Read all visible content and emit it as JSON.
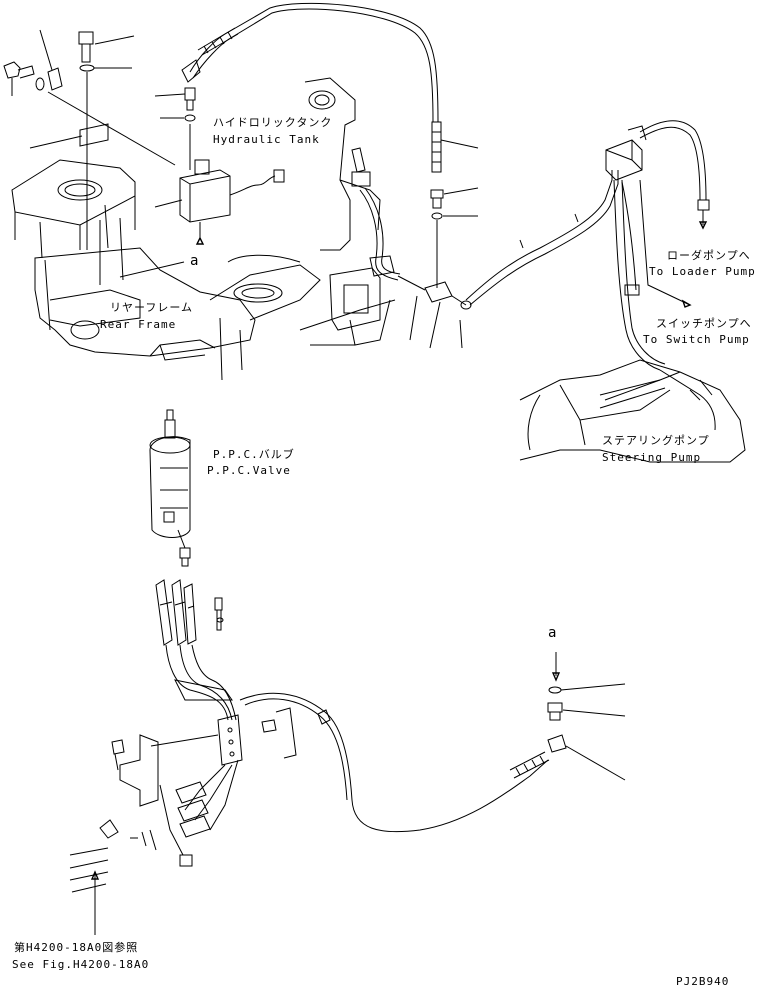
{
  "labels": {
    "hydraulic_tank_jp": "ハイドロリックタンク",
    "hydraulic_tank_en": "Hydraulic Tank",
    "rear_frame_jp": "リヤーフレーム",
    "rear_frame_en": "Rear Frame",
    "loader_pump_jp": "ローダポンプへ",
    "loader_pump_en": "To Loader Pump",
    "switch_pump_jp": "スイッチポンプへ",
    "switch_pump_en": "To Switch Pump",
    "steering_pump_jp": "ステアリングポンプ",
    "steering_pump_en": "Steering Pump",
    "ppc_valve_jp": "P.P.C.バルブ",
    "ppc_valve_en": "P.P.C.Valve",
    "ref_a_top": "a",
    "ref_a_bottom": "a",
    "see_fig_jp": "第H4200-18A0図参照",
    "see_fig_en": "See Fig.H4200-18A0",
    "drawing_code": "PJ2B940"
  }
}
